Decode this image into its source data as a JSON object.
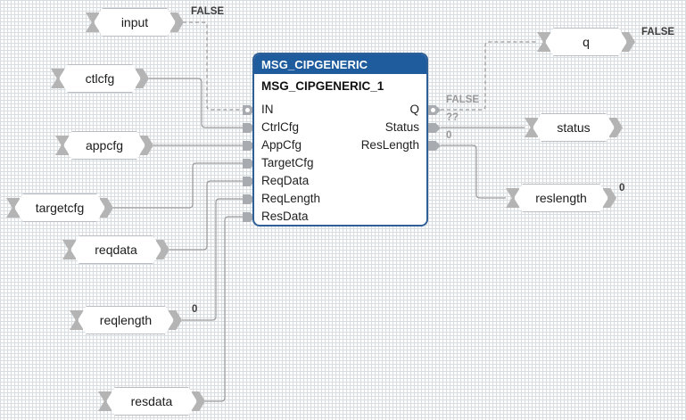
{
  "editor": {
    "kind": "function-block-diagram",
    "grid_color": "#d8dde2",
    "canvas_color": "#fdfdfd"
  },
  "function_block": {
    "type_name": "MSG_CIPGENERIC",
    "instance_name": "MSG_CIPGENERIC_1",
    "header_color": "#1f5c9e",
    "border_color": "#2e5f96",
    "inputs": [
      {
        "label": "IN",
        "has_bool_marker": true
      },
      {
        "label": "CtrlCfg",
        "has_bool_marker": false
      },
      {
        "label": "AppCfg",
        "has_bool_marker": false
      },
      {
        "label": "TargetCfg",
        "has_bool_marker": false
      },
      {
        "label": "ReqData",
        "has_bool_marker": false
      },
      {
        "label": "ReqLength",
        "has_bool_marker": false
      },
      {
        "label": "ResData",
        "has_bool_marker": false
      }
    ],
    "outputs": [
      {
        "label": "Q",
        "value": "FALSE",
        "has_bool_marker": true
      },
      {
        "label": "Status",
        "value": "??",
        "has_bool_marker": false
      },
      {
        "label": "ResLength",
        "value": "0",
        "has_bool_marker": false
      }
    ]
  },
  "variables": {
    "inputs": [
      {
        "name": "input",
        "value": "FALSE"
      },
      {
        "name": "ctlcfg",
        "value": ""
      },
      {
        "name": "appcfg",
        "value": ""
      },
      {
        "name": "targetcfg",
        "value": ""
      },
      {
        "name": "reqdata",
        "value": ""
      },
      {
        "name": "reqlength",
        "value": "0"
      },
      {
        "name": "resdata",
        "value": ""
      }
    ],
    "outputs": [
      {
        "name": "q",
        "value": "FALSE"
      },
      {
        "name": "status",
        "value": ""
      },
      {
        "name": "reslength",
        "value": "0"
      }
    ]
  }
}
